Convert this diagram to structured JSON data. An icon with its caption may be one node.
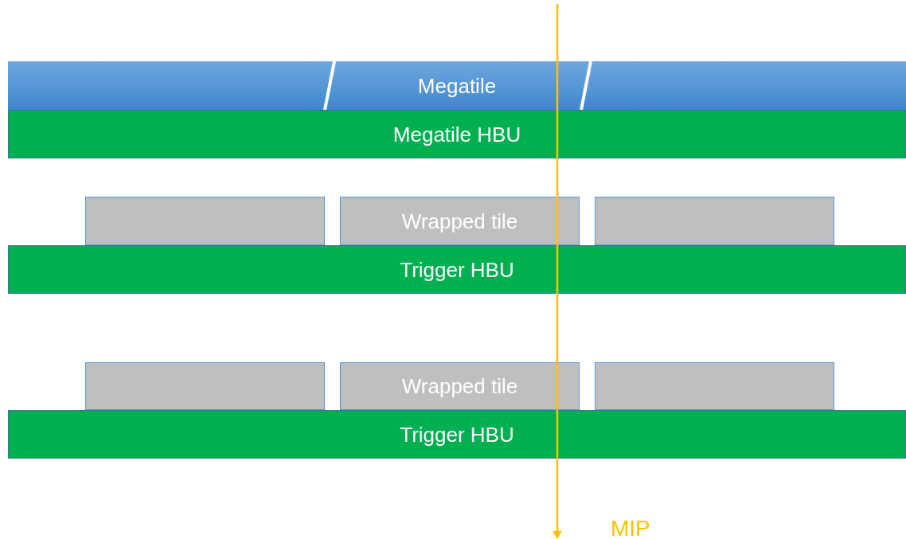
{
  "diagram": {
    "nodes": [
      {
        "text": [
          "Megatile"
        ]
      },
      {
        "text": [
          "Megatile HBU"
        ]
      },
      {
        "text": [],
        "shape": "box"
      },
      {
        "text": [
          "Wrapped tile"
        ]
      },
      {
        "text": [],
        "shape": "box"
      },
      {
        "text": [
          "Trigger HBU"
        ]
      },
      {
        "text": [],
        "shape": "box"
      },
      {
        "text": [
          "Wrapped tile"
        ]
      },
      {
        "text": [],
        "shape": "box"
      },
      {
        "text": [
          "Trigger HBU"
        ]
      }
    ],
    "labels": [
      "MIP"
    ]
  }
}
